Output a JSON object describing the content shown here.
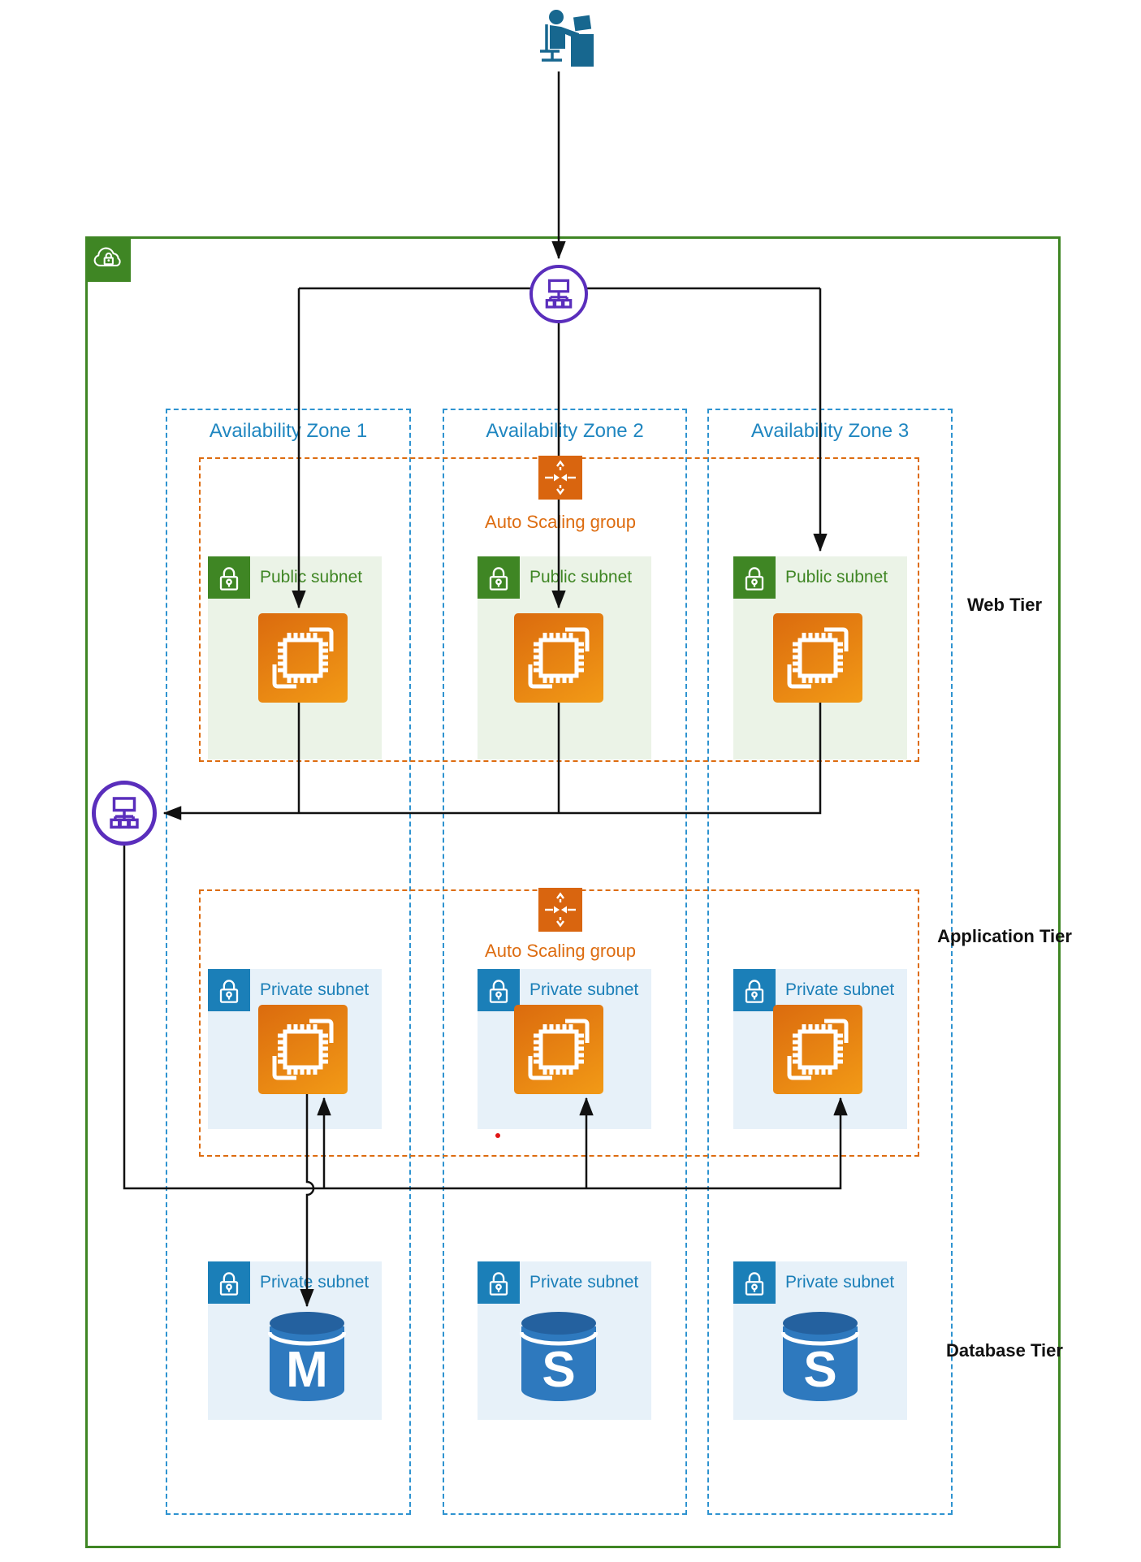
{
  "zones": [
    {
      "label": "Availability Zone 1"
    },
    {
      "label": "Availability Zone 2"
    },
    {
      "label": "Availability Zone 3"
    }
  ],
  "asg": {
    "web_label": "Auto Scaling group",
    "app_label": "Auto Scaling group"
  },
  "subnets": {
    "public": [
      {
        "label": "Public subnet"
      },
      {
        "label": "Public subnet"
      },
      {
        "label": "Public subnet"
      }
    ],
    "app_private": [
      {
        "label": "Private subnet"
      },
      {
        "label": "Private subnet"
      },
      {
        "label": "Private subnet"
      }
    ],
    "db_private": [
      {
        "label": "Private subnet"
      },
      {
        "label": "Private subnet"
      },
      {
        "label": "Private subnet"
      }
    ]
  },
  "tiers": {
    "web": "Web Tier",
    "app": "Application Tier",
    "db": "Database Tier"
  },
  "databases": [
    {
      "letter": "M"
    },
    {
      "letter": "S"
    },
    {
      "letter": "S"
    }
  ],
  "icons": {
    "user": "user-at-desk-icon",
    "vpc": "vpc-cloud-lock-icon",
    "load_balancer": "elastic-load-balancer-icon",
    "auto_scaling": "auto-scaling-icon",
    "public_lock": "green-lock-icon",
    "private_lock": "blue-lock-icon",
    "ec2": "ec2-instances-icon",
    "database": "database-cylinder-icon"
  },
  "colors": {
    "vpc_green": "#3F8624",
    "az_blue": "#2E93D0",
    "az_text_blue": "#1F86C0",
    "asg_orange": "#DD6C10",
    "asg_icon_orange": "#D9650F",
    "public_subnet_bg": "#EBF3E7",
    "private_subnet_bg": "#E7F1F9",
    "private_blue": "#1B7FB8",
    "ec2_gradient_start": "#DB6B0E",
    "ec2_gradient_end": "#F29A16",
    "db_body_blue": "#2E79BE",
    "db_lid_blue": "#24619F",
    "lb_purple": "#5A2EBC",
    "user_blue": "#17678F",
    "line_black": "#111111",
    "tier_text": "#111111",
    "red_dot": "#E01616"
  }
}
